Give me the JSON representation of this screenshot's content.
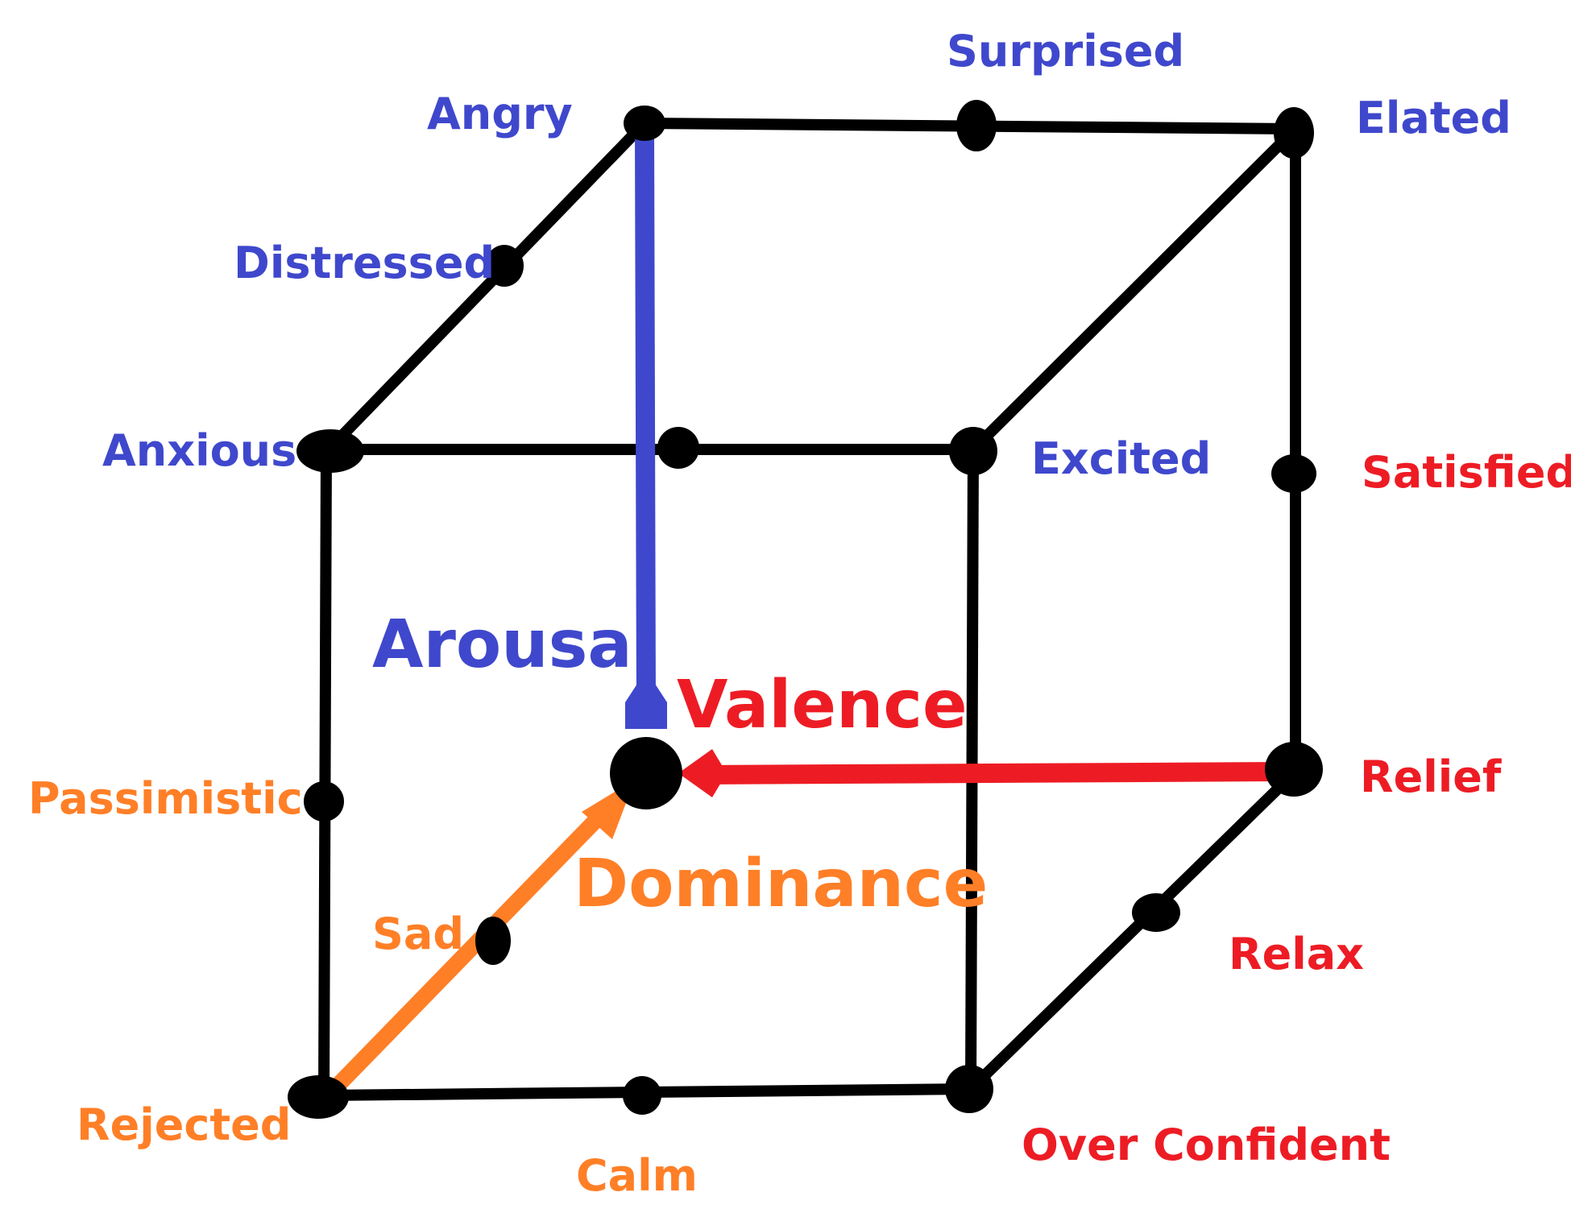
{
  "colors": {
    "edge": "#000000",
    "arousal": "#3f48cc",
    "valence": "#ed1c24",
    "dominance": "#ff7f27"
  },
  "axes": {
    "arousal": "Arousal",
    "valence": "Valence",
    "dominance": "Dominance"
  },
  "nodes": {
    "angry": "Angry",
    "surprised": "Surprised",
    "elated": "Elated",
    "distressed": "Distressed",
    "anxious": "Anxious",
    "excited": "Excited",
    "satisfied": "Satisfied",
    "passimistic": "Passimistic",
    "relief": "Relief",
    "sad": "Sad",
    "relax": "Relax",
    "rejected": "Rejected",
    "calm": "Calm",
    "over_confident": "Over Confident"
  }
}
